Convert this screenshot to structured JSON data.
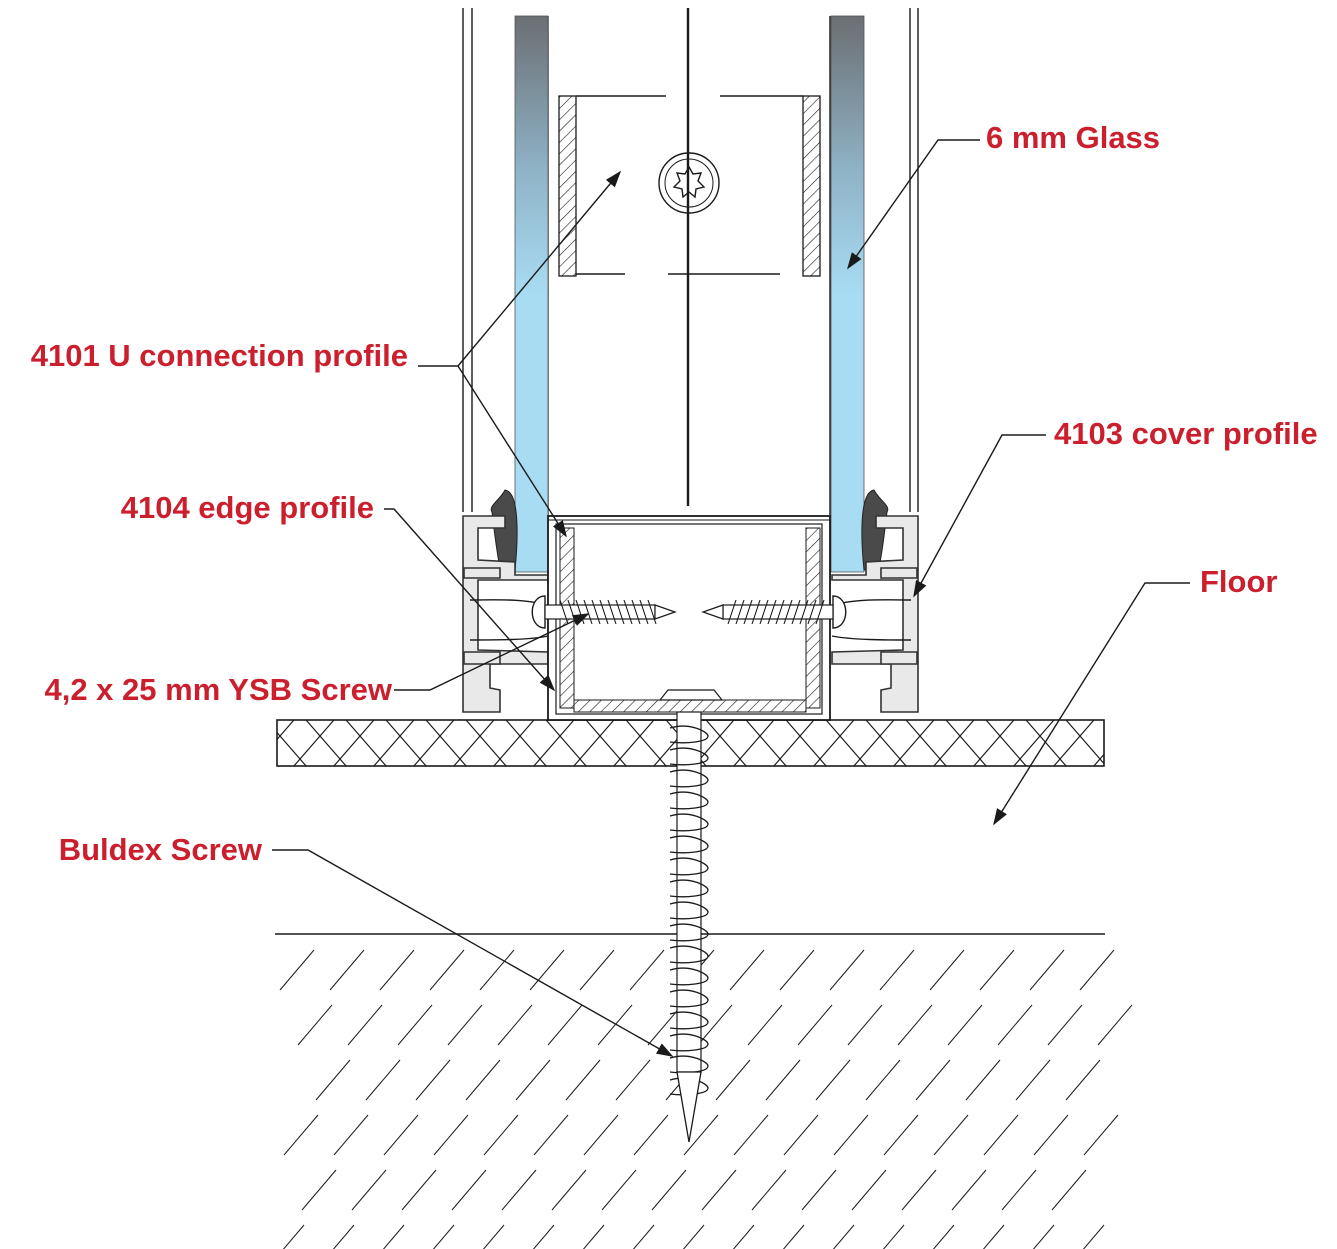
{
  "labels": {
    "glass": "6 mm Glass",
    "u_profile": "4101 U connection profile",
    "cover_profile": "4103 cover profile",
    "edge_profile": "4104 edge profile",
    "floor": "Floor",
    "ysb_screw": "4,2 x 25 mm YSB Screw",
    "buldex_screw": "Buldex Screw"
  },
  "colors": {
    "label": "#cc1f2e",
    "line": "#1a1a1a",
    "glass_top": "#6b6f73",
    "glass_bottom": "#a8dcf3",
    "profile": "#e9e9e9"
  }
}
